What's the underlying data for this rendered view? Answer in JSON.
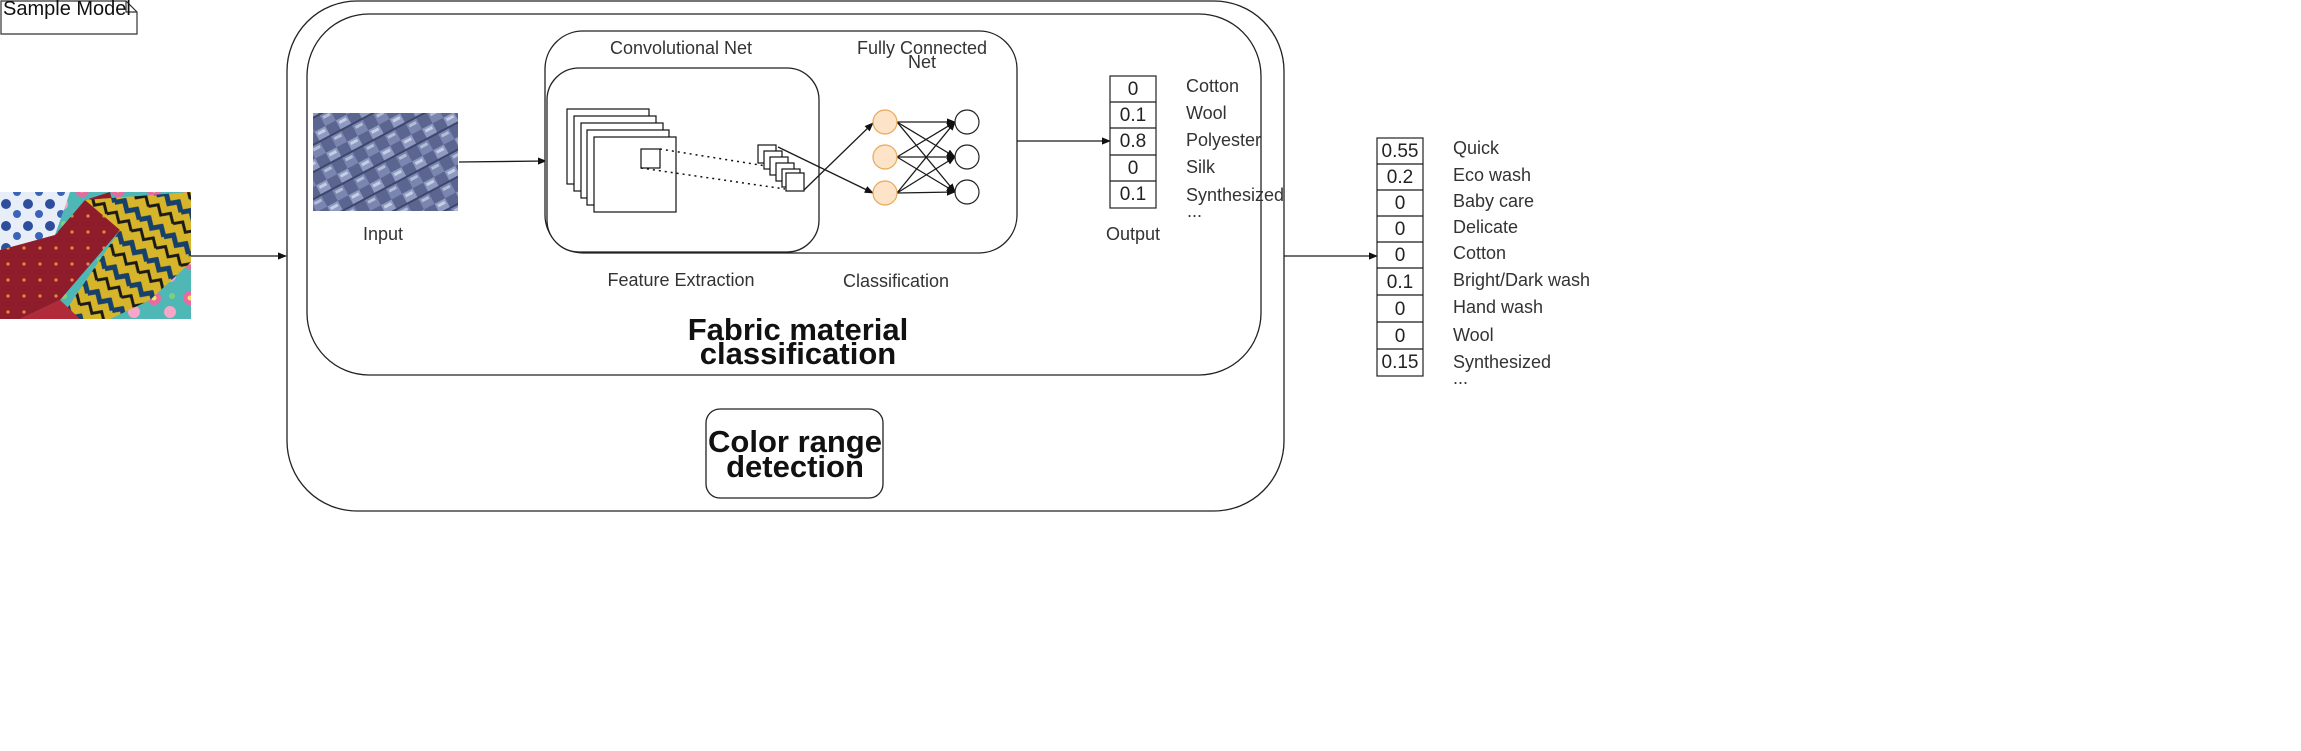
{
  "note_label": "Sample Model",
  "input_label": "Input",
  "conv_net_label": "Convolutional Net",
  "fc_net_label_line1": "Fully Connected",
  "fc_net_label_line2": "Net",
  "feature_extraction_label": "Feature Extraction",
  "classification_label": "Classification",
  "fabric_title_line1": "Fabric material",
  "fabric_title_line2": "classification",
  "color_title_line1": "Color range",
  "color_title_line2": "detection",
  "output_label": "Output",
  "material_output": {
    "values": [
      "0",
      "0.1",
      "0.8",
      "0",
      "0.1"
    ],
    "labels": [
      "Cotton",
      "Wool",
      "Polyester",
      "Silk",
      "Synthesized"
    ],
    "ellipsis": "..."
  },
  "wash_output": {
    "values": [
      "0.55",
      "0.2",
      "0",
      "0",
      "0",
      "0.1",
      "0",
      "0",
      "0.15"
    ],
    "labels": [
      "Quick",
      "Eco wash",
      "Baby care",
      "Delicate",
      "Cotton",
      "Bright/Dark wash",
      "Hand wash",
      "Wool",
      "Synthesized"
    ],
    "ellipsis": "..."
  },
  "colors": {
    "neuron_fill": "#fde3c7",
    "neuron_stroke": "#e8a85a"
  }
}
